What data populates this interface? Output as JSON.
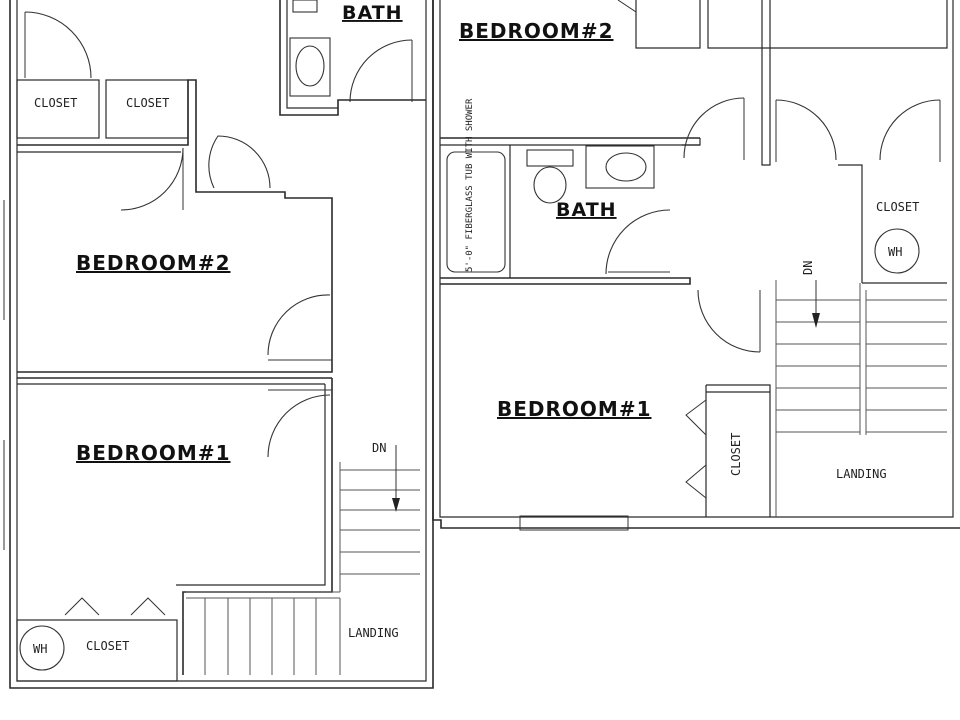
{
  "left_unit": {
    "bath": "BATH",
    "bedroom2": "BEDROOM#2",
    "bedroom1": "BEDROOM#1",
    "closet_a": "CLOSET",
    "closet_b": "CLOSET",
    "closet_c": "CLOSET",
    "water_heater": "WH",
    "stair_dn": "DN",
    "landing": "LANDING"
  },
  "right_unit": {
    "bedroom2": "BEDROOM#2",
    "bath": "BATH",
    "tub_note": "5'-0\" FIBERGLASS TUB WITH SHOWER",
    "closet_wh": "CLOSET",
    "water_heater": "WH",
    "stair_dn": "DN",
    "bedroom1": "BEDROOM#1",
    "closet_bed1": "CLOSET",
    "landing": "LANDING"
  }
}
